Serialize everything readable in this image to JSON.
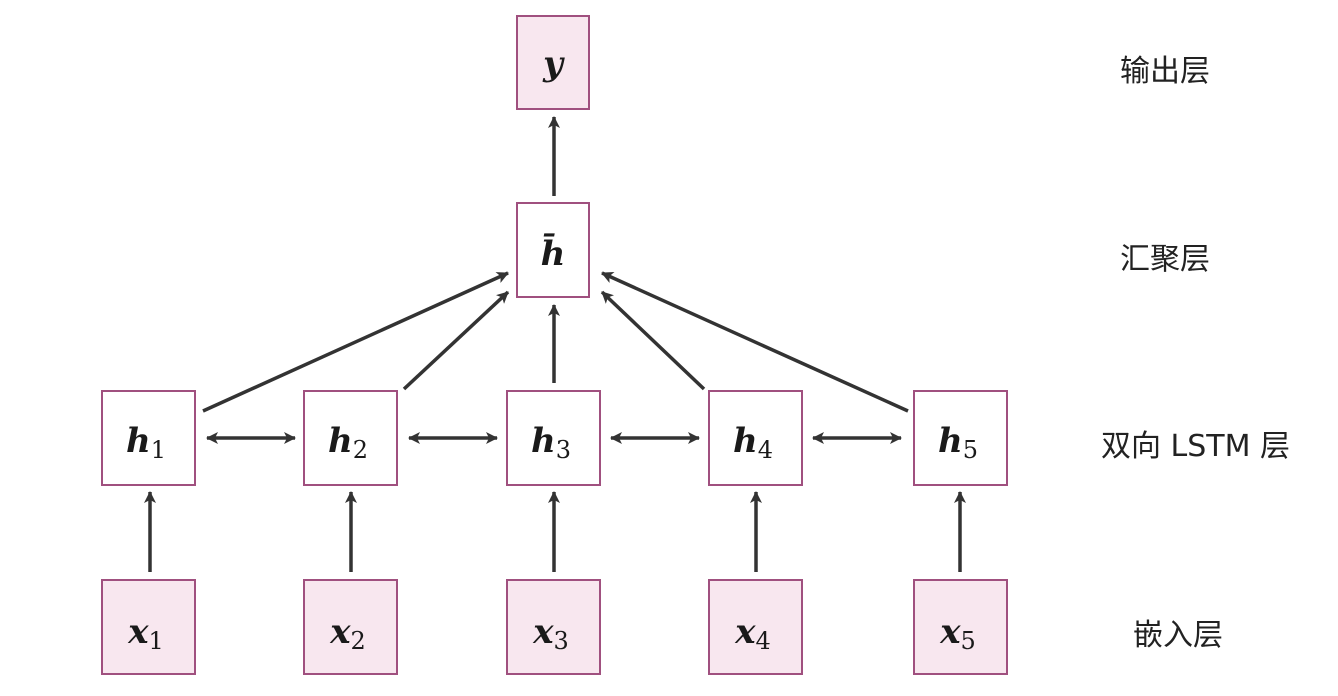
{
  "layers": {
    "output": "输出层",
    "pooling": "汇聚层",
    "bilstm": "双向 LSTM 层",
    "embedding": "嵌入层"
  },
  "nodes": {
    "y": {
      "symbol": "y"
    },
    "hbar": {
      "symbol": "h̄"
    },
    "h": [
      {
        "symbol": "h",
        "sub": "1"
      },
      {
        "symbol": "h",
        "sub": "2"
      },
      {
        "symbol": "h",
        "sub": "3"
      },
      {
        "symbol": "h",
        "sub": "4"
      },
      {
        "symbol": "h",
        "sub": "5"
      }
    ],
    "x": [
      {
        "symbol": "x",
        "sub": "1"
      },
      {
        "symbol": "x",
        "sub": "2"
      },
      {
        "symbol": "x",
        "sub": "3"
      },
      {
        "symbol": "x",
        "sub": "4"
      },
      {
        "symbol": "x",
        "sub": "5"
      }
    ]
  },
  "colors": {
    "node_border": "#a0507f",
    "node_fill": "#f8e7ef",
    "arrow": "#333333"
  }
}
